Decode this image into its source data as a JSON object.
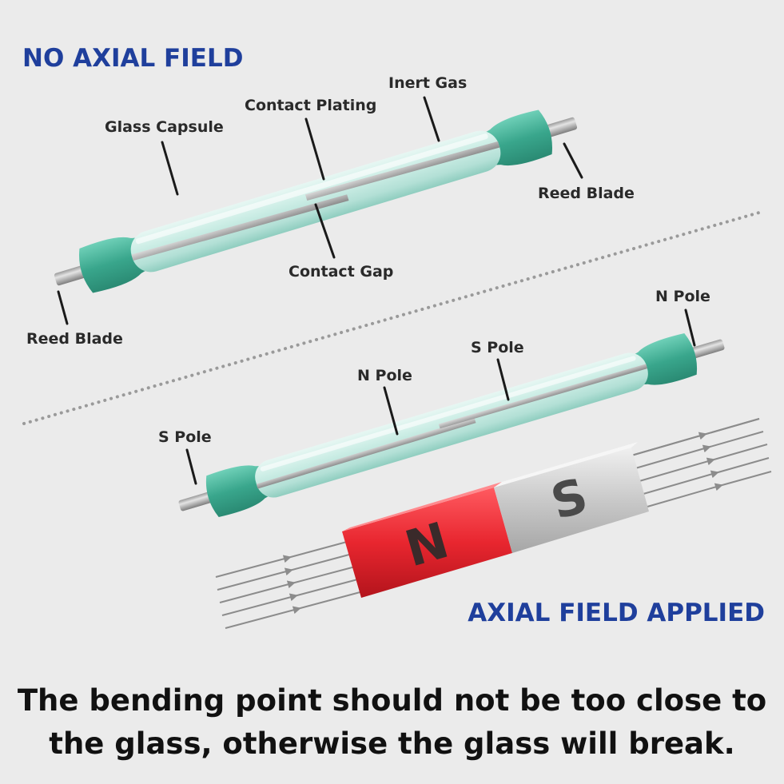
{
  "headings": {
    "top": "NO AXIAL FIELD",
    "bottom": "AXIAL FIELD APPLIED"
  },
  "top_switch_labels": {
    "inert_gas": "Inert Gas",
    "contact_plating": "Contact Plating",
    "glass_capsule": "Glass Capsule",
    "reed_blade_right": "Reed Blade",
    "contact_gap": "Contact Gap",
    "reed_blade_left": "Reed Blade"
  },
  "bottom_switch_labels": {
    "n_pole_right": "N Pole",
    "s_pole_center": "S Pole",
    "n_pole_center": "N Pole",
    "s_pole_left": "S Pole"
  },
  "magnet": {
    "north_letter": "N",
    "south_letter": "S"
  },
  "caption": {
    "line1": "The bending point should not be too close to",
    "line2": "the glass, otherwise the glass will break."
  },
  "colors": {
    "heading": "#1f3f9c",
    "glass": "#bfe8e0",
    "glass_tip": "#3aa88e",
    "magnet_north": "#e8262f",
    "magnet_south": "#c9c9c9",
    "background": "#ebebeb"
  }
}
